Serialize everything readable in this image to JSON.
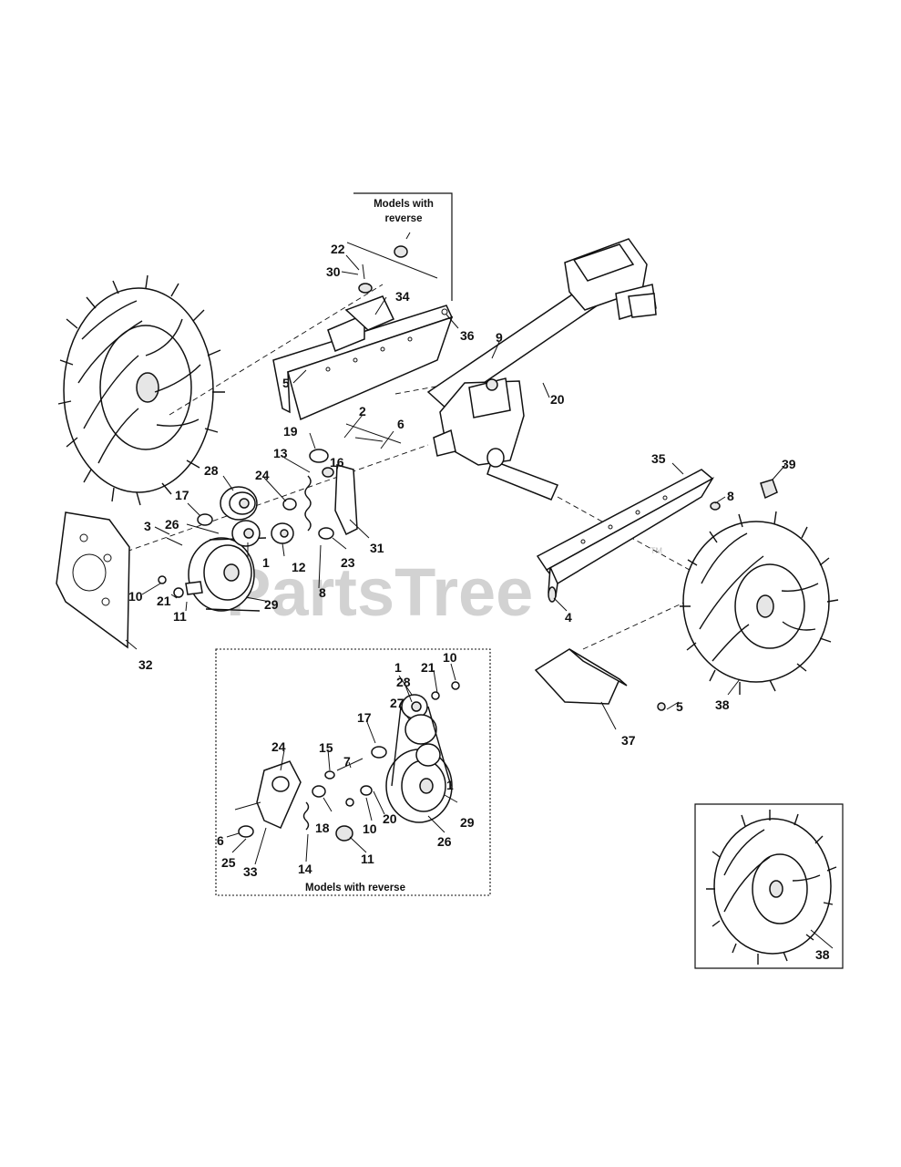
{
  "watermark": {
    "text": "PartsTree",
    "trademark": "TM"
  },
  "sections": {
    "reverse_top": {
      "line1": "Models with",
      "line2": "reverse"
    },
    "reverse_bottom": {
      "title": "Models with reverse"
    }
  },
  "callouts": [
    "22",
    "30",
    "34",
    "36",
    "5",
    "9",
    "20",
    "2",
    "6",
    "19",
    "13",
    "16",
    "28",
    "24",
    "17",
    "3",
    "26",
    "1",
    "12",
    "8",
    "23",
    "31",
    "10",
    "21",
    "11",
    "29",
    "32",
    "35",
    "8",
    "39",
    "4",
    "38",
    "37",
    "5",
    "1",
    "21",
    "10",
    "28",
    "27",
    "17",
    "24",
    "15",
    "7",
    "1",
    "20",
    "29",
    "18",
    "10",
    "26",
    "6",
    "25",
    "33",
    "14",
    "11",
    "38"
  ]
}
